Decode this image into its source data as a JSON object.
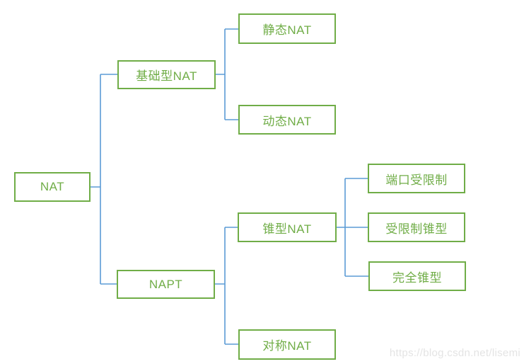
{
  "colors": {
    "background": "#ffffff",
    "box_border": "#70ad47",
    "box_text": "#70ad47",
    "connector": "#5b9bd5",
    "watermark_text": "#e4e4e4"
  },
  "diagram": {
    "type": "tree",
    "nodes": {
      "nat": {
        "label": "NAT",
        "children": [
          "basic_nat",
          "napt"
        ]
      },
      "basic_nat": {
        "label": "基础型NAT",
        "children": [
          "static_nat",
          "dynamic_nat"
        ]
      },
      "static_nat": {
        "label": "静态NAT",
        "children": []
      },
      "dynamic_nat": {
        "label": "动态NAT",
        "children": []
      },
      "napt": {
        "label": "NAPT",
        "children": [
          "cone_nat",
          "symmetric_nat"
        ]
      },
      "cone_nat": {
        "label": "锥型NAT",
        "children": [
          "port_restricted",
          "restricted_cone",
          "full_cone"
        ]
      },
      "port_restricted": {
        "label": "端口受限制",
        "children": []
      },
      "restricted_cone": {
        "label": "受限制锥型",
        "children": []
      },
      "full_cone": {
        "label": "完全锥型",
        "children": []
      },
      "symmetric_nat": {
        "label": "对称NAT",
        "children": []
      }
    }
  },
  "watermark": {
    "text": "https://blog.csdn.net/lisemi"
  }
}
